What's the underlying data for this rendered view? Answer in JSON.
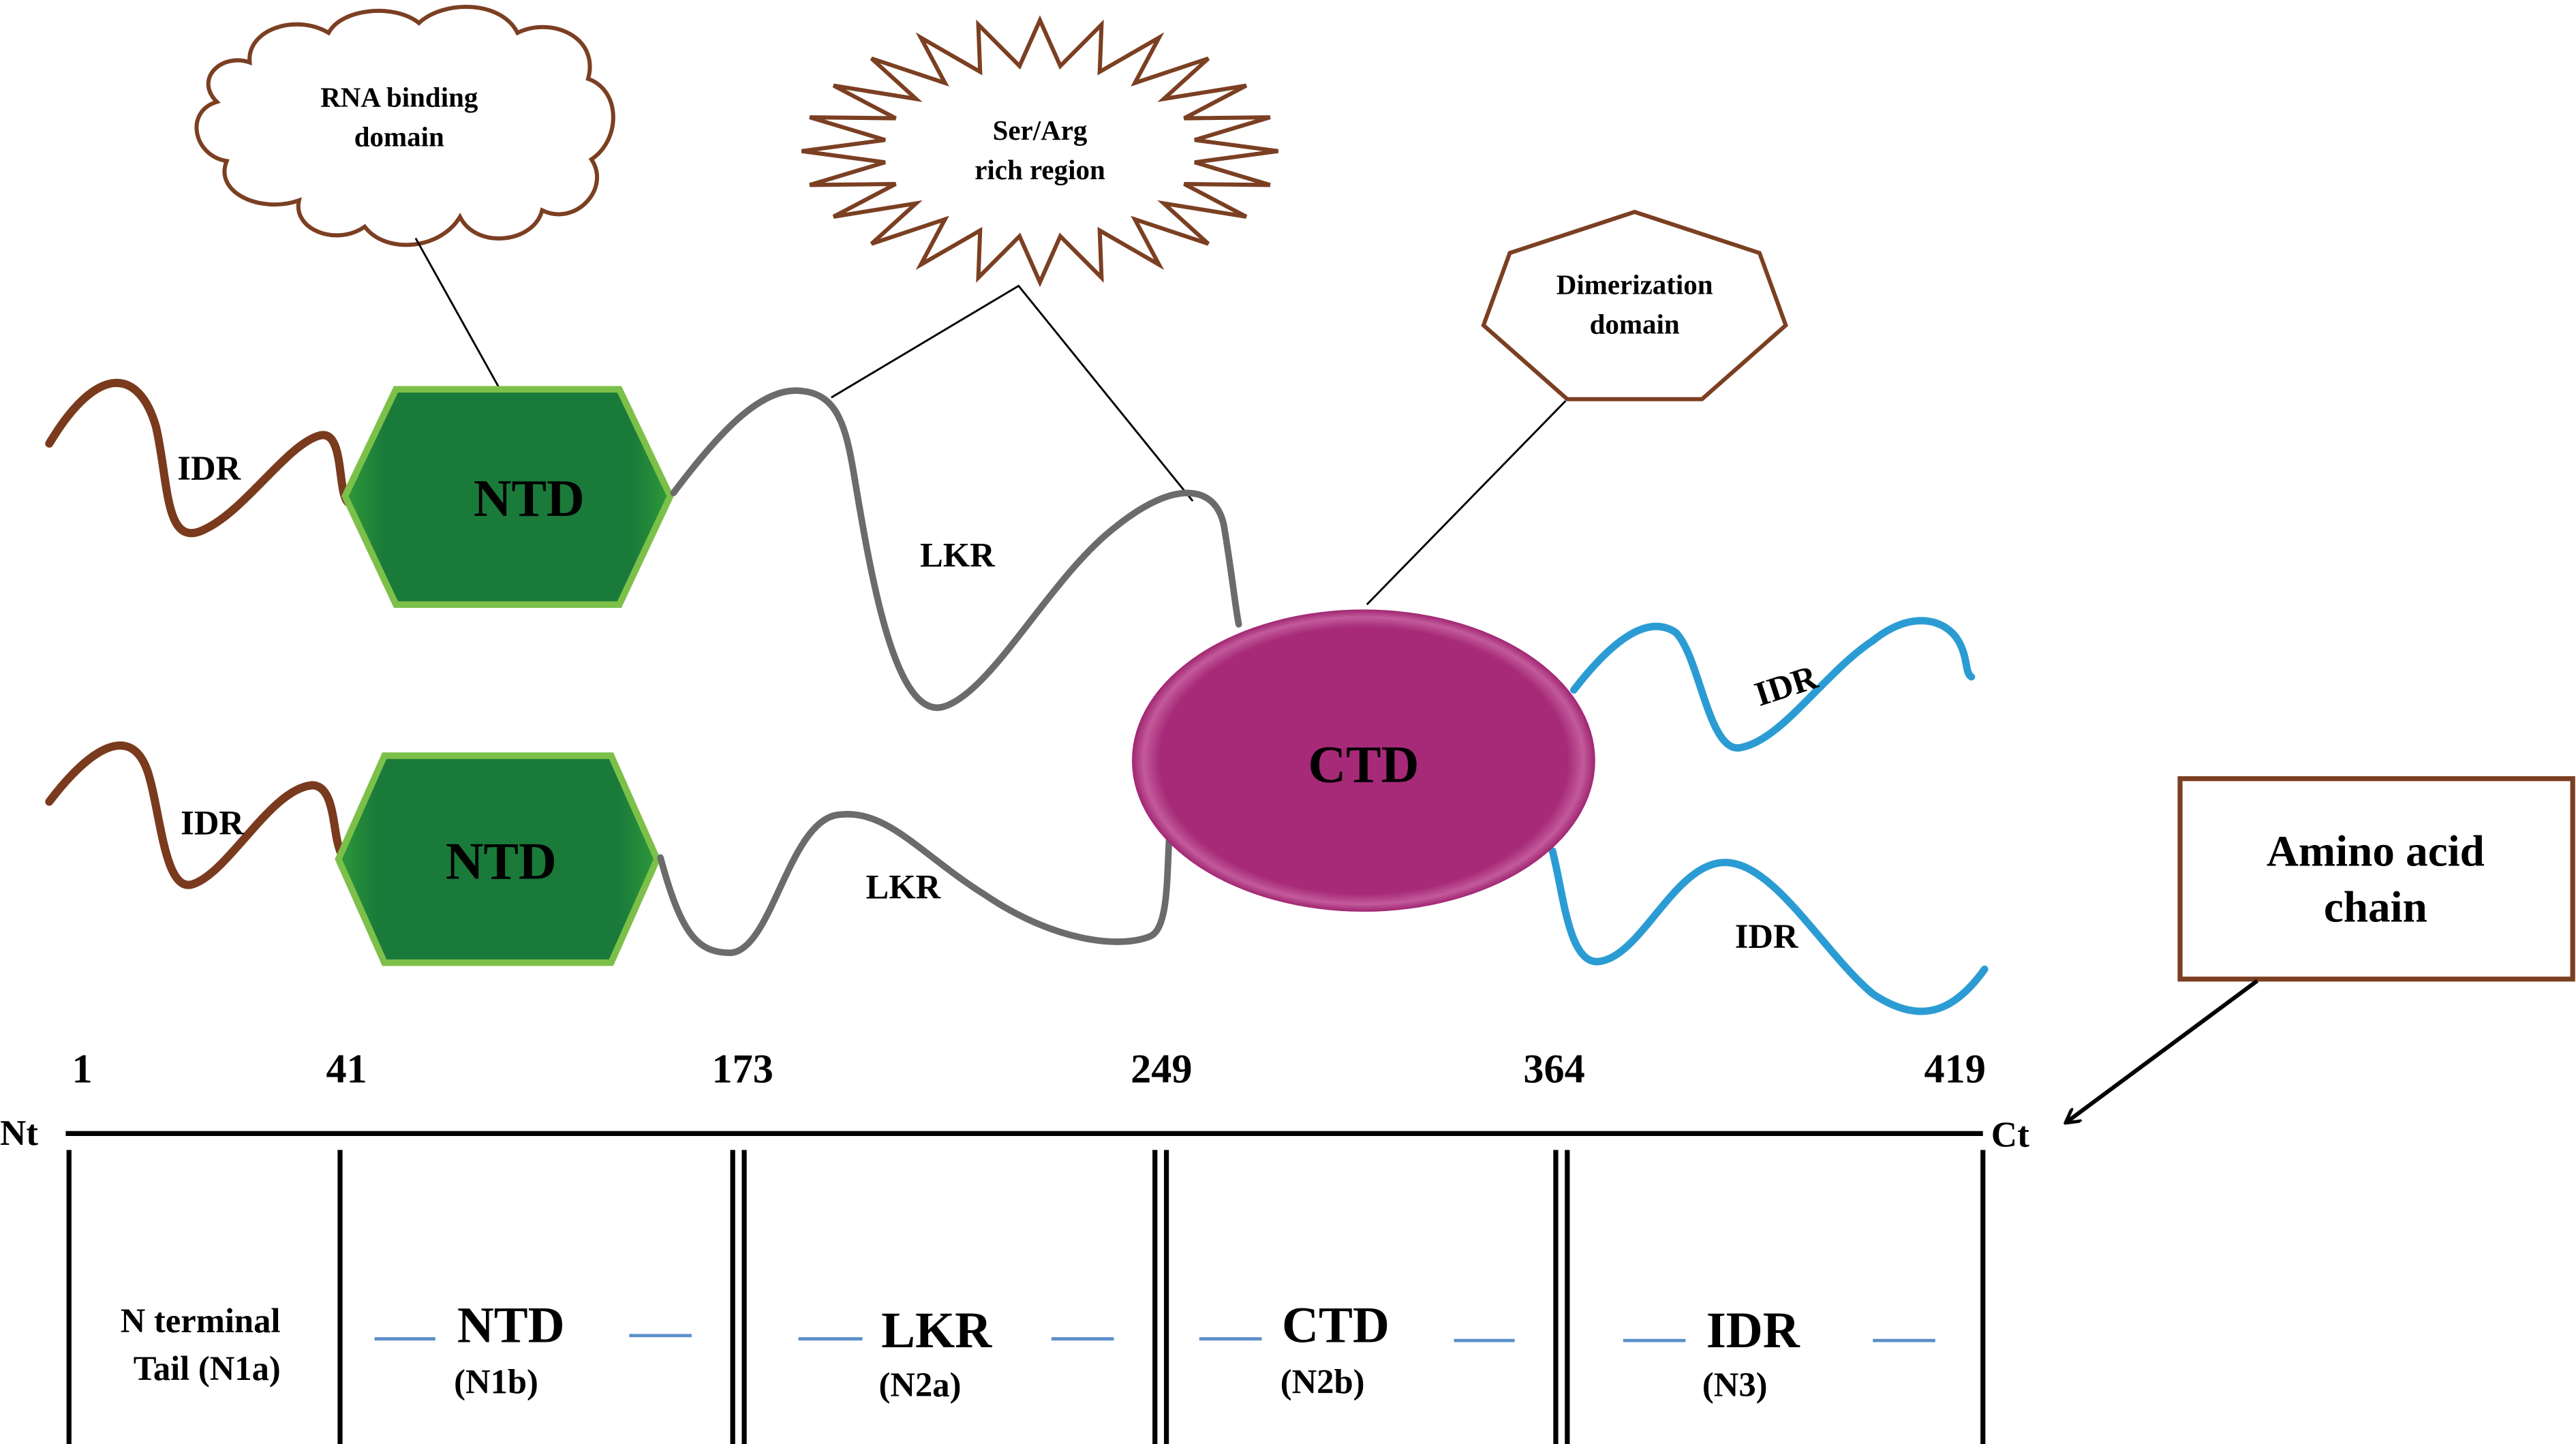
{
  "title": "Nucleocapsid protein domain organization",
  "colors": {
    "idr_n_terminal": "#7a3a1e",
    "ntd_fill": "#1a7a3a",
    "ntd_border": "#7cc04a",
    "linker": "#6b6b6b",
    "ctd_fill": "#a62a77",
    "idr_c_terminal": "#2b9cd3",
    "callout_border": "#7b3f22",
    "separator_dash": "#5b8fc9"
  },
  "callouts": {
    "rna_binding": "RNA binding\ndomain",
    "rna_binding_lines": [
      "RNA binding",
      "domain"
    ],
    "ser_arg": [
      "Ser/Arg",
      "rich region"
    ],
    "dimerization": [
      "Dimerization",
      "domain"
    ],
    "amino_acid_chain": [
      "Amino acid",
      "chain"
    ]
  },
  "structure_labels": {
    "upper_idr": "IDR",
    "upper_ntd": "NTD",
    "upper_lkr": "LKR",
    "lower_idr": "IDR",
    "lower_ntd": "NTD",
    "lower_lkr": "LKR",
    "ctd": "CTD",
    "c_idr_upper": "IDR",
    "c_idr_lower": "IDR"
  },
  "axis": {
    "start_label": "Nt",
    "end_label": "Ct",
    "positions": [
      "1",
      "41",
      "173",
      "249",
      "364",
      "419"
    ]
  },
  "segments": [
    {
      "name": "N terminal",
      "name_line2": "Tail (N1a)",
      "code": ""
    },
    {
      "name": "NTD",
      "code": "(N1b)"
    },
    {
      "name": "LKR",
      "code": "(N2a)"
    },
    {
      "name": "CTD",
      "code": "(N2b)"
    },
    {
      "name": "IDR",
      "code": "(N3)"
    }
  ]
}
